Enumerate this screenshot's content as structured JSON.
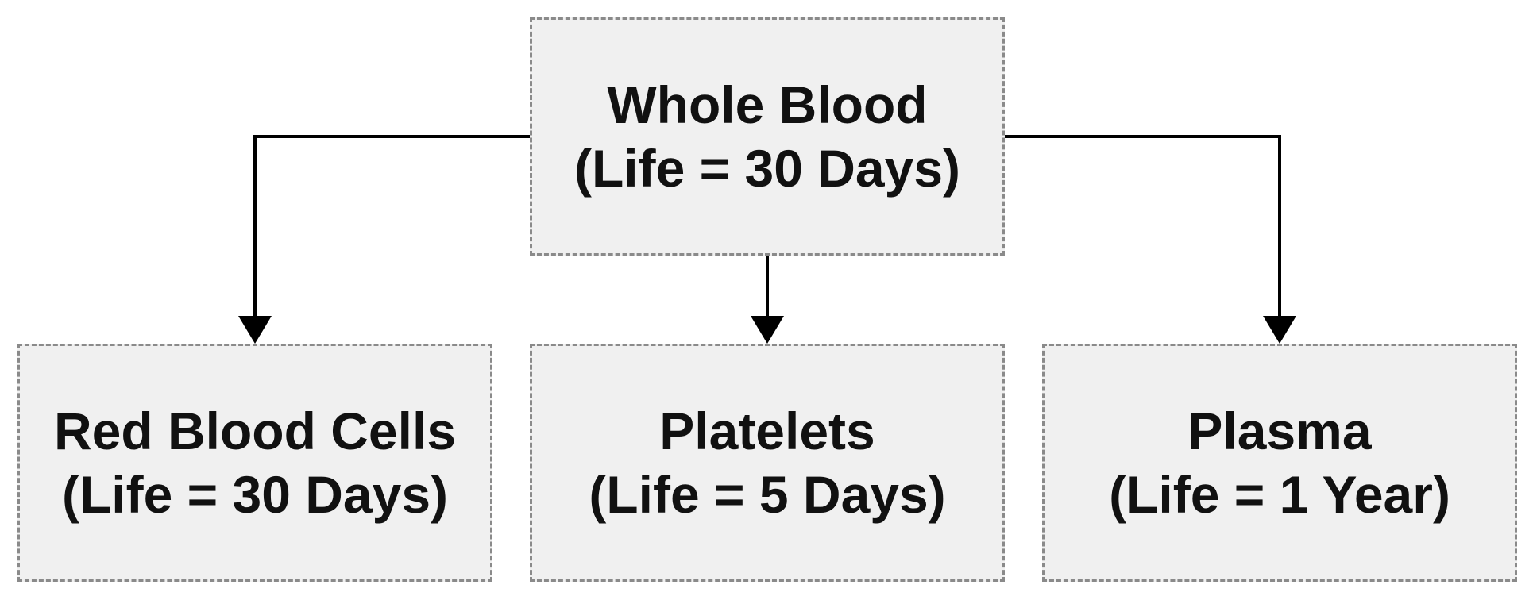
{
  "diagram": {
    "root": {
      "line1": "Whole Blood",
      "line2": "(Life = 30 Days)"
    },
    "children": [
      {
        "line1": "Red Blood Cells",
        "line2": "(Life = 30 Days)"
      },
      {
        "line1": "Platelets",
        "line2": "(Life = 5 Days)"
      },
      {
        "line1": "Plasma",
        "line2": "(Life = 1 Year)"
      }
    ],
    "edges": [
      {
        "from": "Whole Blood",
        "to": "Red Blood Cells"
      },
      {
        "from": "Whole Blood",
        "to": "Platelets"
      },
      {
        "from": "Whole Blood",
        "to": "Plasma"
      }
    ]
  }
}
